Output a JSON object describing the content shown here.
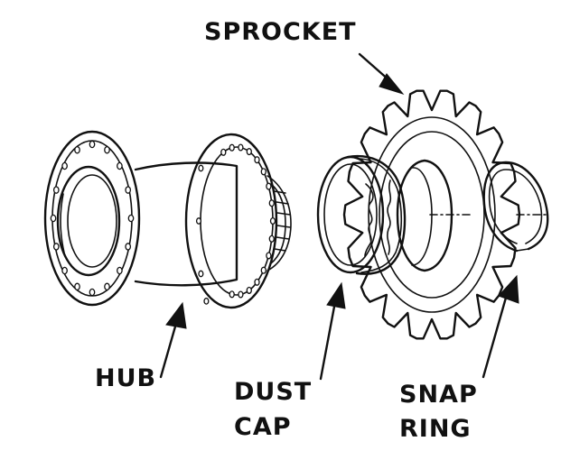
{
  "labels": {
    "sprocket": "SPROCKET",
    "hub": "HUB",
    "dust_cap_line1": "DUST",
    "dust_cap_line2": "CAP",
    "snap_ring_line1": "SNAP",
    "snap_ring_line2": "RING"
  },
  "colors": {
    "ink": "#111111",
    "paper": "#ffffff"
  }
}
